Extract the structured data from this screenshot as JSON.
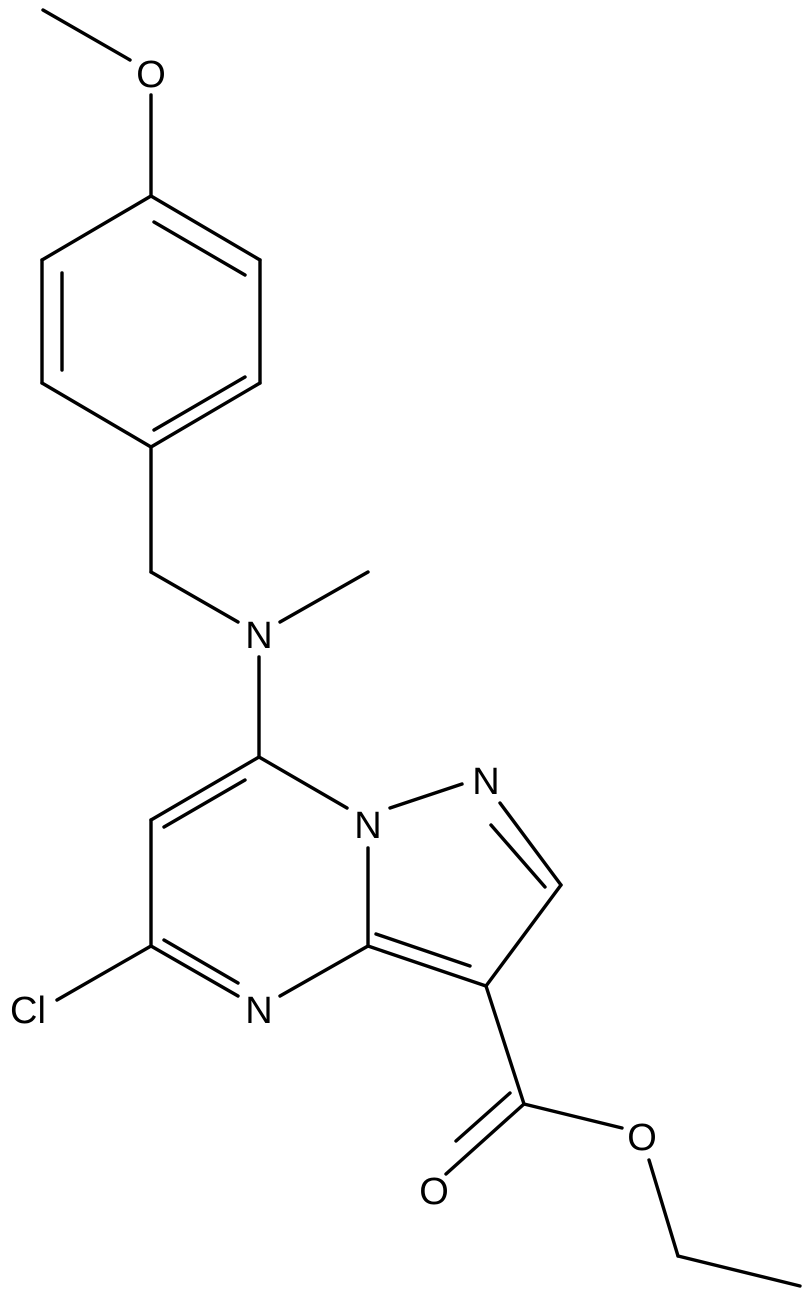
{
  "structure": {
    "atoms": {
      "methoxy_o": "O",
      "amine_n": "N",
      "ring_n_bridge": "N",
      "pyrazole_n": "N",
      "pyrimidine_n": "N",
      "chlorine": "Cl",
      "carbonyl_o": "O",
      "ester_o": "O"
    }
  }
}
